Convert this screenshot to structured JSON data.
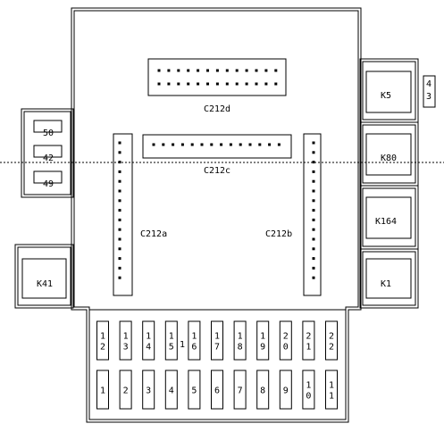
{
  "connectors": {
    "c212d": "C212d",
    "c212c": "C212c",
    "c212a": "C212a",
    "c212b": "C212b"
  },
  "relays": {
    "k5": "K5",
    "k80": "K80",
    "k164": "K164",
    "k41": "K41",
    "k1": "K1"
  },
  "side_labels": {
    "s50": "50",
    "s42": "42",
    "s49": "49"
  },
  "small_box": [
    "4",
    "3"
  ],
  "fuses": {
    "top": [
      [
        "1",
        "2"
      ],
      [
        "1",
        "3"
      ],
      [
        "1",
        "4"
      ],
      [
        "1",
        "5"
      ],
      [
        "1",
        "6"
      ],
      [
        "1",
        "7"
      ],
      [
        "1",
        "8"
      ],
      [
        "1",
        "9"
      ],
      [
        "2",
        "0"
      ],
      [
        "2",
        "1"
      ],
      [
        "2",
        "2"
      ]
    ],
    "top_between": "1",
    "bottom": [
      [
        "1"
      ],
      [
        "2"
      ],
      [
        "3"
      ],
      [
        "4"
      ],
      [
        "5"
      ],
      [
        "6"
      ],
      [
        "7"
      ],
      [
        "8"
      ],
      [
        "9"
      ],
      [
        "1",
        "0"
      ],
      [
        "1",
        "1"
      ]
    ]
  }
}
